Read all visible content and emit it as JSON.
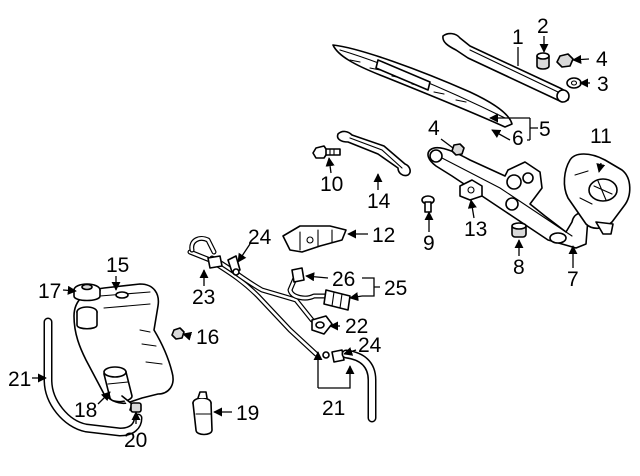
{
  "callouts": [
    {
      "id": "c1",
      "text": "1"
    },
    {
      "id": "c2",
      "text": "2"
    },
    {
      "id": "c3",
      "text": "3"
    },
    {
      "id": "c4a",
      "text": "4"
    },
    {
      "id": "c4b",
      "text": "4"
    },
    {
      "id": "c5",
      "text": "5"
    },
    {
      "id": "c6",
      "text": "6"
    },
    {
      "id": "c7",
      "text": "7"
    },
    {
      "id": "c8",
      "text": "8"
    },
    {
      "id": "c9",
      "text": "9"
    },
    {
      "id": "c10",
      "text": "10"
    },
    {
      "id": "c11",
      "text": "11"
    },
    {
      "id": "c12",
      "text": "12"
    },
    {
      "id": "c13",
      "text": "13"
    },
    {
      "id": "c14",
      "text": "14"
    },
    {
      "id": "c15",
      "text": "15"
    },
    {
      "id": "c16",
      "text": "16"
    },
    {
      "id": "c17",
      "text": "17"
    },
    {
      "id": "c18",
      "text": "18"
    },
    {
      "id": "c19",
      "text": "19"
    },
    {
      "id": "c20",
      "text": "20"
    },
    {
      "id": "c21a",
      "text": "21"
    },
    {
      "id": "c21b",
      "text": "21"
    },
    {
      "id": "c22",
      "text": "22"
    },
    {
      "id": "c23",
      "text": "23"
    },
    {
      "id": "c24a",
      "text": "24"
    },
    {
      "id": "c24b",
      "text": "24"
    },
    {
      "id": "c25",
      "text": "25"
    },
    {
      "id": "c26",
      "text": "26"
    }
  ],
  "colors": {
    "line": "#000000",
    "background": "#ffffff",
    "fill": "#d9d9d9"
  }
}
